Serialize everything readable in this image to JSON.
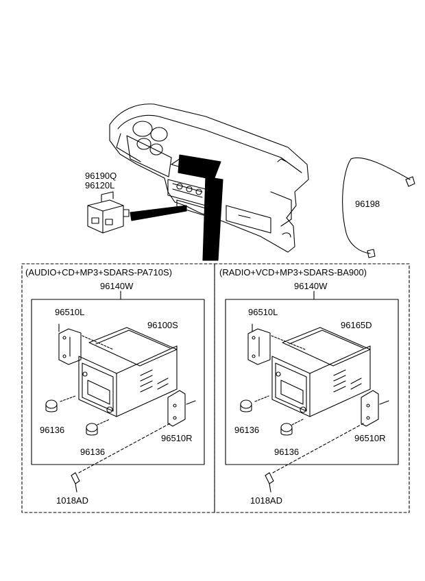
{
  "dashboard": {
    "module_labels": [
      "96190Q",
      "96120L"
    ],
    "antenna_label": "96198"
  },
  "left_group": {
    "title": "(AUDIO+CD+MP3+SDARS-PA710S)",
    "unit": "96140W",
    "bracket_left": "96510L",
    "head_unit": "96100S",
    "knob_a": "96136",
    "knob_b": "96136",
    "bracket_right": "96510R",
    "bolt": "1018AD"
  },
  "right_group": {
    "title": "(RADIO+VCD+MP3+SDARS-BA900)",
    "unit": "96140W",
    "bracket_left": "96510L",
    "head_unit": "96165D",
    "knob_a": "96136",
    "knob_b": "96136",
    "bracket_right": "96510R",
    "bolt": "1018AD"
  }
}
